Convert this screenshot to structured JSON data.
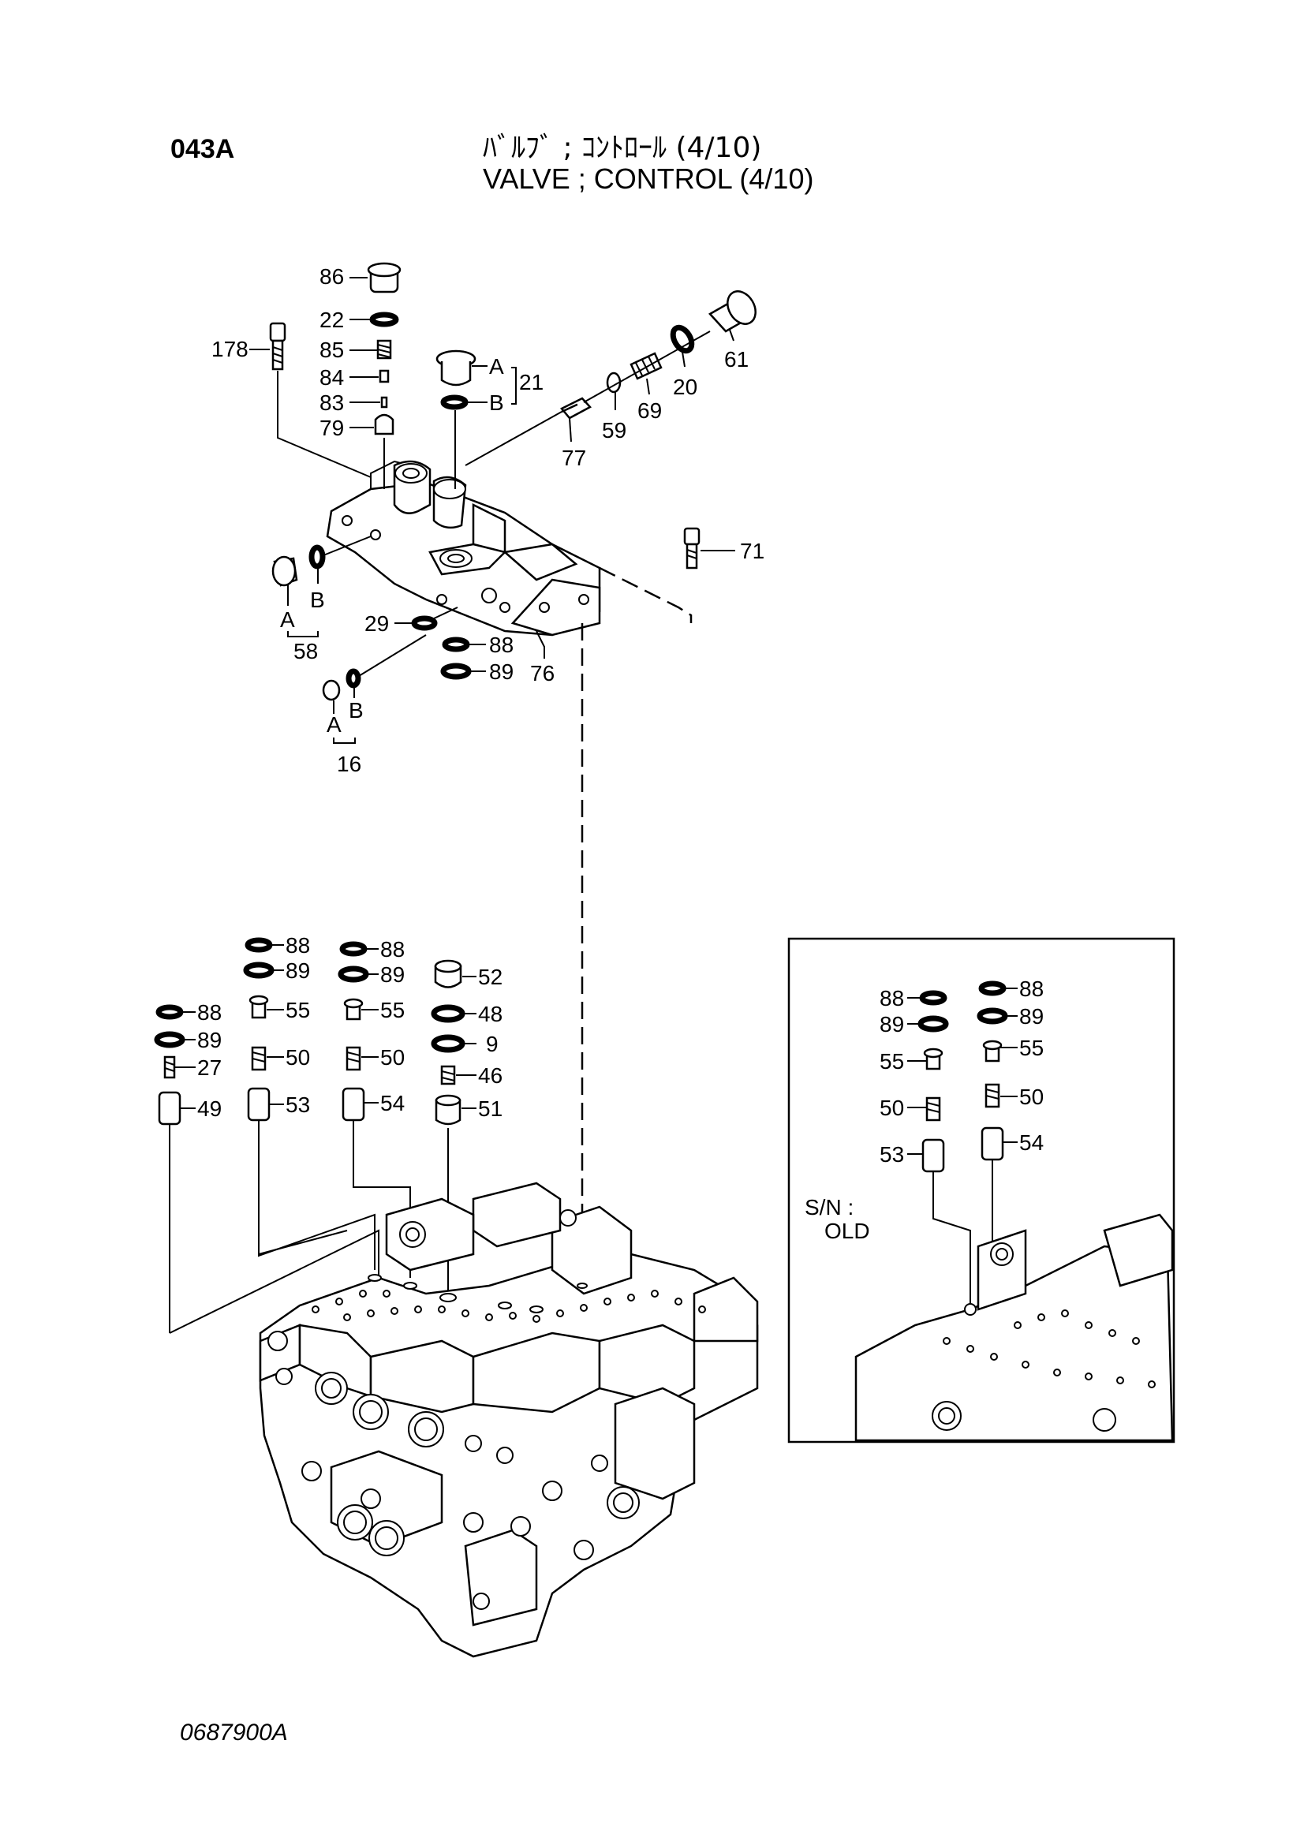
{
  "header": {
    "code": "043A",
    "title_jp": "ﾊﾞﾙﾌﾞ ; ｺﾝﾄﾛｰﾙ (4/10)",
    "title_en": "VALVE ; CONTROL (4/10)"
  },
  "footer": {
    "drawing_no": "0687900A"
  },
  "callouts": {
    "c86": "86",
    "c22": "22",
    "c85": "85",
    "c84": "84",
    "c83": "83",
    "c79": "79",
    "c178": "178",
    "c21": "21",
    "c21a": "A",
    "c21b": "B",
    "c77": "77",
    "c59": "59",
    "c69": "69",
    "c20": "20",
    "c61": "61",
    "c71": "71",
    "c58": "58",
    "c58a": "A",
    "c58b": "B",
    "c29": "29",
    "c88top": "88",
    "c89top": "89",
    "c76": "76",
    "c16": "16",
    "c16a": "A",
    "c16b": "B",
    "g1_88": "88",
    "g1_89": "89",
    "g1_27": "27",
    "g1_49": "49",
    "g2_88": "88",
    "g2_89": "89",
    "g2_55": "55",
    "g2_50": "50",
    "g2_53": "53",
    "g3_88": "88",
    "g3_89": "89",
    "g3_55": "55",
    "g3_50": "50",
    "g3_54": "54",
    "g4_52": "52",
    "g4_48": "48",
    "g4_9": "9",
    "g4_46": "46",
    "g4_51": "51",
    "i_88a": "88",
    "i_89a": "89",
    "i_55a": "55",
    "i_50a": "50",
    "i_53": "53",
    "i_88b": "88",
    "i_89b": "89",
    "i_55b": "55",
    "i_50b": "50",
    "i_54": "54"
  },
  "inset": {
    "sn_label": "S/N :",
    "sn_value": "OLD"
  }
}
